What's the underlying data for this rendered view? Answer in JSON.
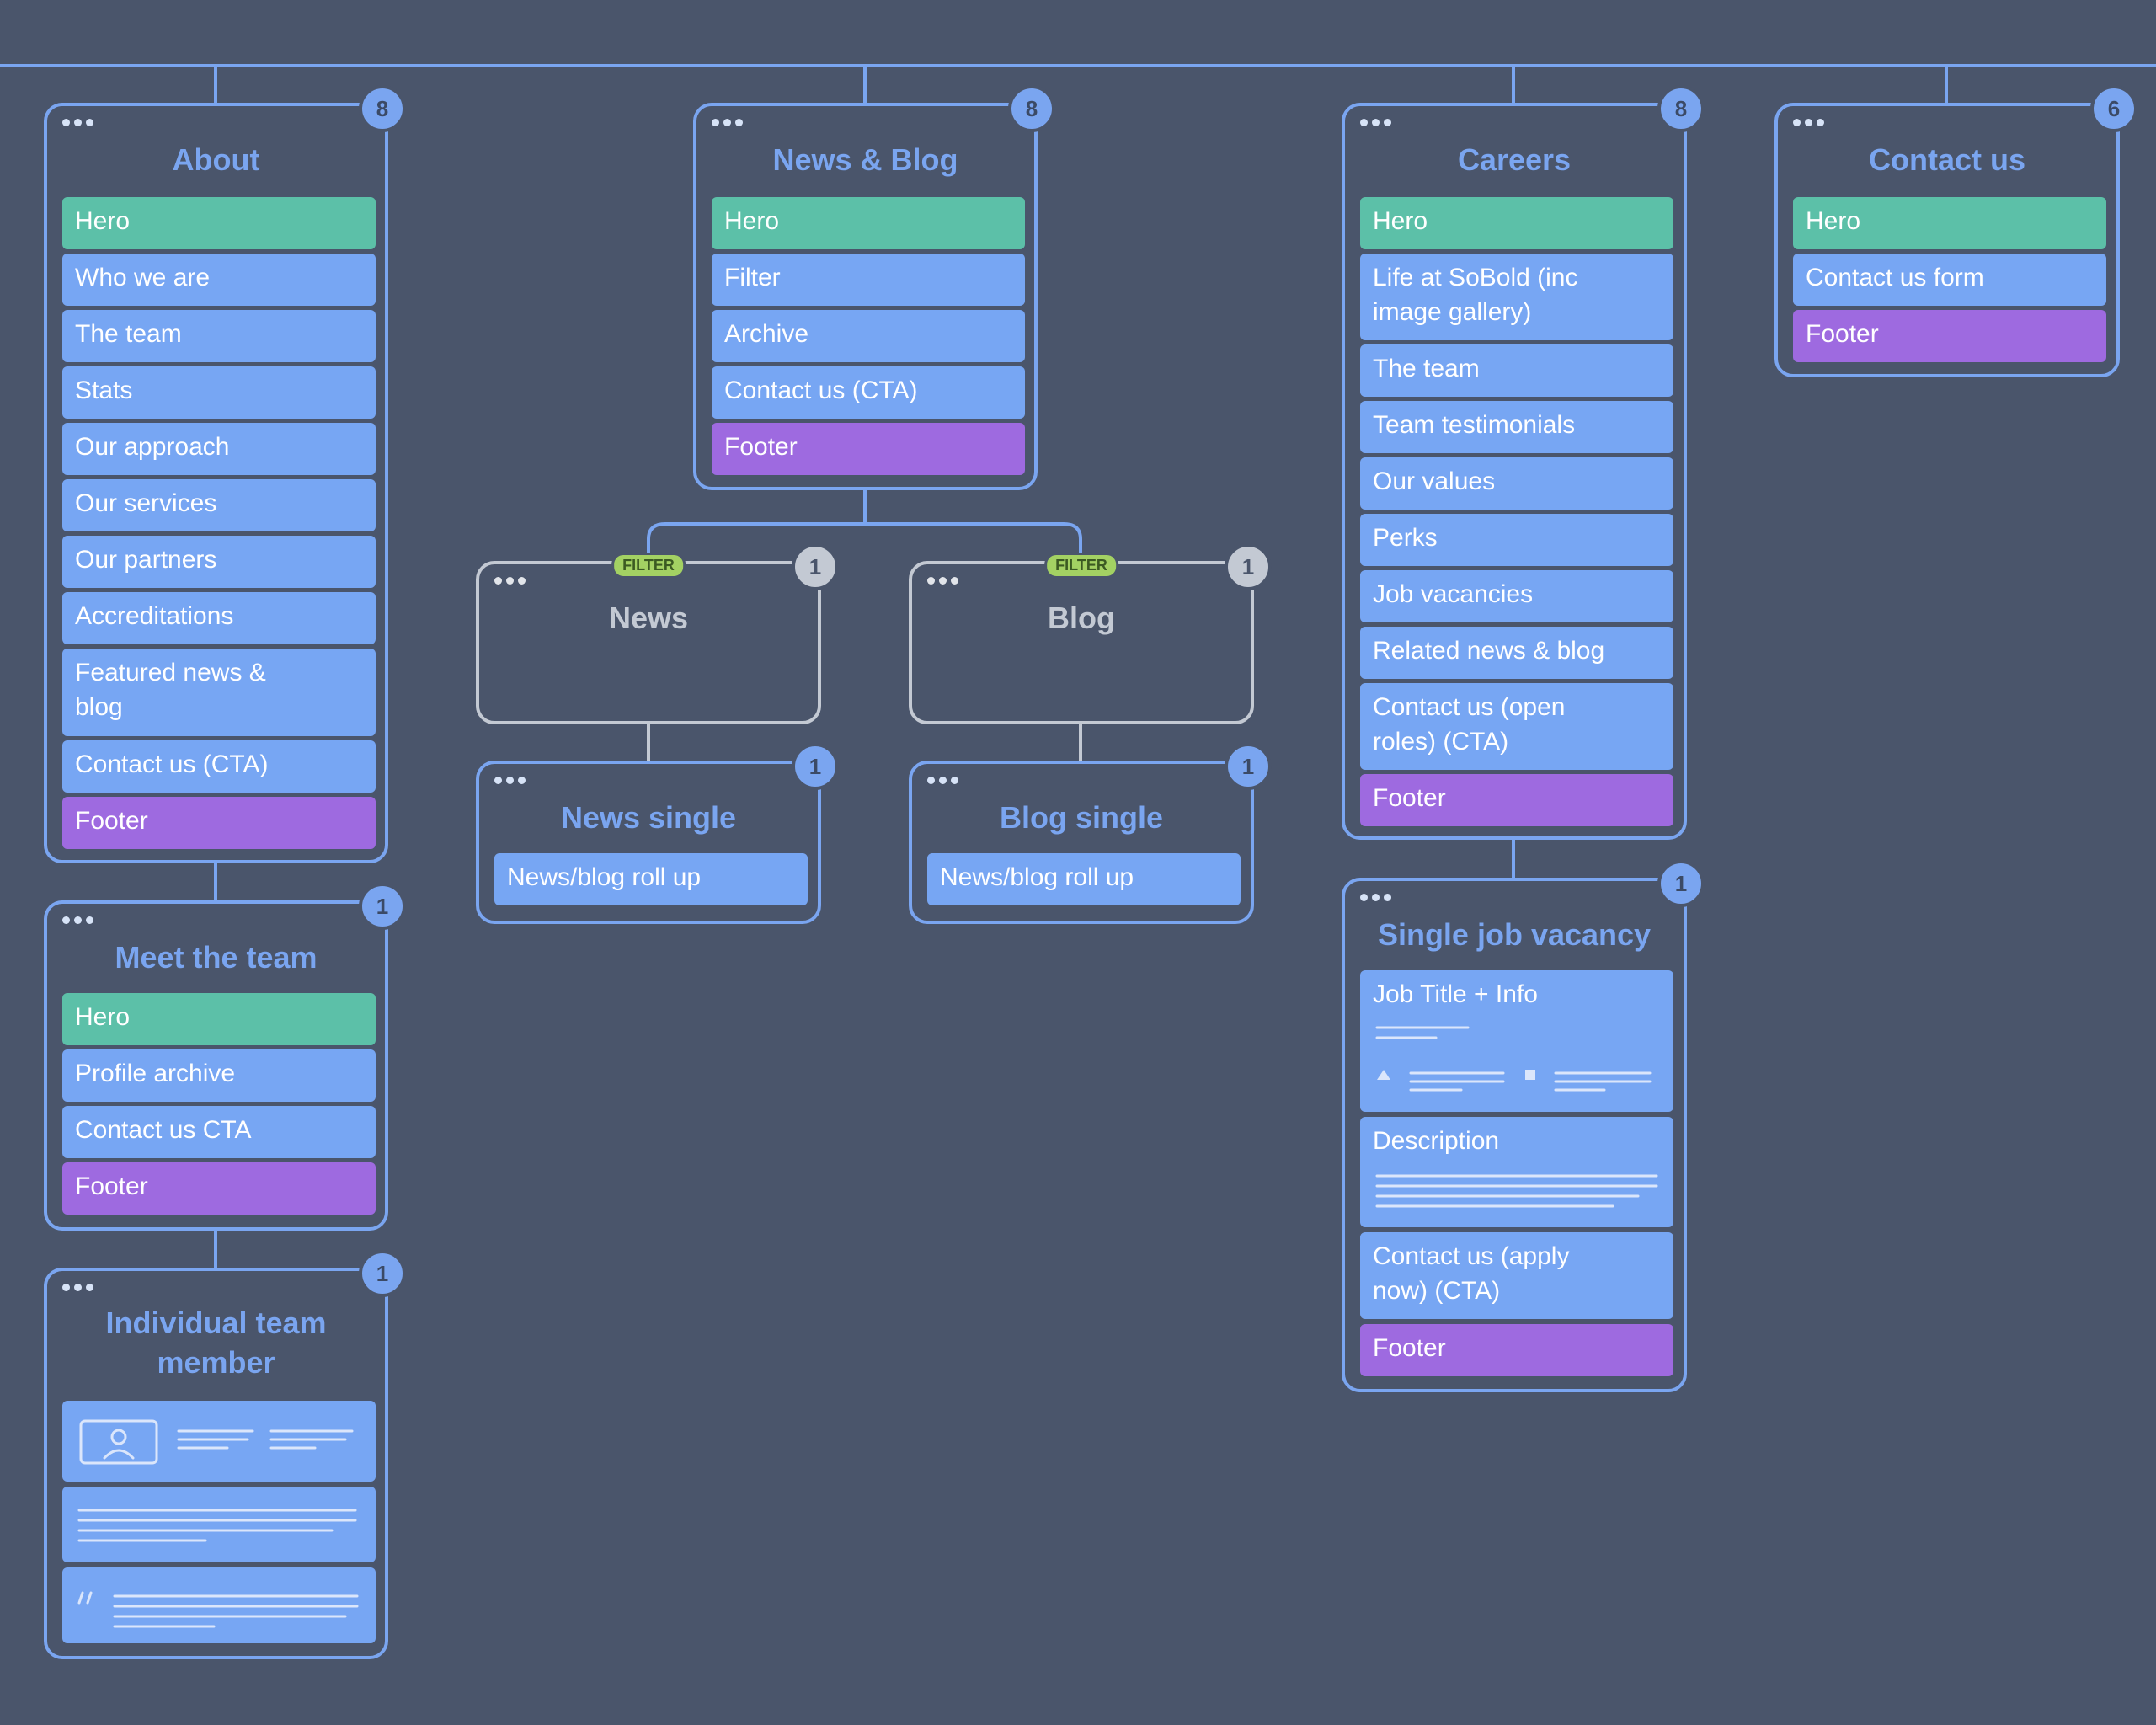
{
  "colors": {
    "background": "#4a556b",
    "card_border": "#7aa5f0",
    "card_border_inactive": "#c3c9d3",
    "row": "#77a6f3",
    "hero": "#5cc0a8",
    "footer": "#9e6ae0",
    "filter_badge": "#a3d163"
  },
  "pages": {
    "about": {
      "title": "About",
      "count": "8",
      "sections": [
        "Hero",
        "Who we are",
        "The team",
        "Stats",
        "Our approach",
        "Our services",
        "Our partners",
        "Accreditations",
        "Featured news & blog",
        "Contact us (CTA)",
        "Footer"
      ]
    },
    "meet_team": {
      "title": "Meet the team",
      "count": "1",
      "sections": [
        "Hero",
        "Profile archive",
        "Contact us CTA",
        "Footer"
      ]
    },
    "individual": {
      "title": "Individual team member",
      "count": "1",
      "blocks": [
        "profile-icon",
        "text-lines",
        "quote-icon"
      ]
    },
    "news_blog": {
      "title": "News & Blog",
      "count": "8",
      "sections": [
        "Hero",
        "Filter",
        "Archive",
        "Contact us (CTA)",
        "Footer"
      ]
    },
    "news": {
      "title": "News",
      "count": "1",
      "tag": "FILTER"
    },
    "blog": {
      "title": "Blog",
      "count": "1",
      "tag": "FILTER"
    },
    "news_single": {
      "title": "News single",
      "count": "1",
      "sections": [
        "News/blog roll up"
      ]
    },
    "blog_single": {
      "title": "Blog single",
      "count": "1",
      "sections": [
        "News/blog roll up"
      ]
    },
    "careers": {
      "title": "Careers",
      "count": "8",
      "sections": [
        "Hero",
        "Life at SoBold (inc image gallery)",
        "The team",
        "Team testimonials",
        "Our values",
        "Perks",
        "Job vacancies",
        "Related news & blog",
        "Contact us (open roles) (CTA)",
        "Footer"
      ]
    },
    "job_vacancy": {
      "title": "Single job vacancy",
      "count": "1",
      "sections": [
        "Job Title + Info",
        "Description",
        "Contact us (apply now) (CTA)",
        "Footer"
      ]
    },
    "contact": {
      "title": "Contact us",
      "count": "6",
      "sections": [
        "Hero",
        "Contact us form",
        "Footer"
      ]
    }
  }
}
